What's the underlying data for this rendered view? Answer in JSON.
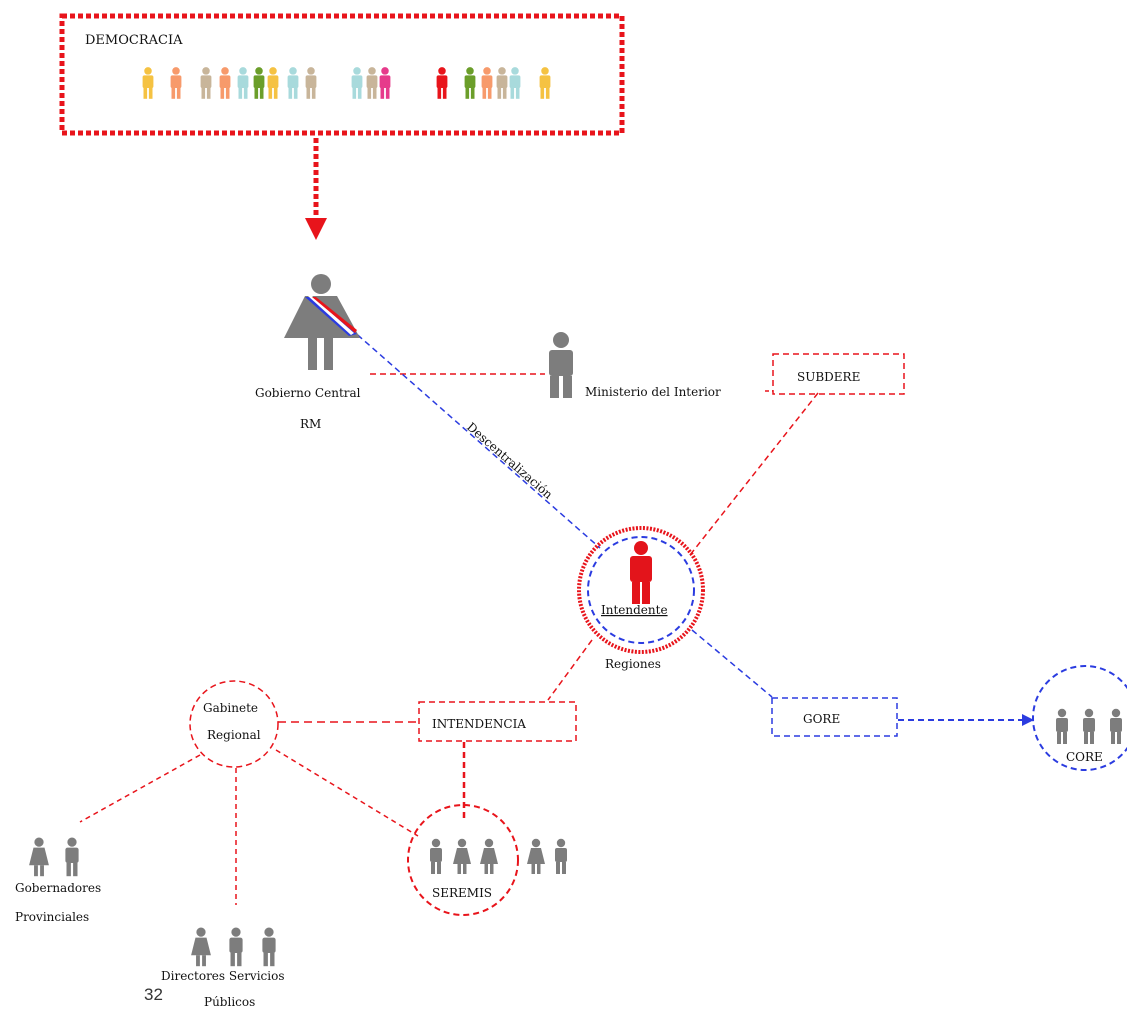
{
  "title": "DEMOCRACIA",
  "nodes": {
    "gobierno_central": "Gobierno Central",
    "gobierno_sub": "RM",
    "ministerio": "Ministerio del Interior",
    "subdere": "SUBDERE",
    "descentralizacion": "Descentralización",
    "intendente": "Intendente",
    "regiones": "Regiones",
    "intendencia": "INTENDENCIA",
    "gore": "GORE",
    "core": "CORE",
    "gabinete_line1": "Gabinete",
    "gabinete_line2": "Regional",
    "seremis": "SEREMIS",
    "gobernadores_line1": "Gobernadores",
    "gobernadores_line2": "Provinciales",
    "directores_line1": "Directores Servicios",
    "directores_line2": "Públicos"
  },
  "page_number": "32",
  "colors": {
    "red": "#e8141b",
    "blue": "#2b3ce0",
    "grey": "#7d7d7d",
    "intendente": "#e3141b"
  },
  "crowd_colors": [
    "#f5c242",
    "#f79a6b",
    "#c8b59a",
    "#f79a6b",
    "#a8dadc",
    "#6b9e2a",
    "#f5c242",
    "#a8dadc",
    "#c8b59a",
    "#a8dadc",
    "#c8b59a",
    "#e63b8b",
    "#e8141b",
    "#6b9e2a",
    "#f79a6b",
    "#c8b59a",
    "#a8dadc",
    "#f5c242",
    "#f79a6b"
  ]
}
